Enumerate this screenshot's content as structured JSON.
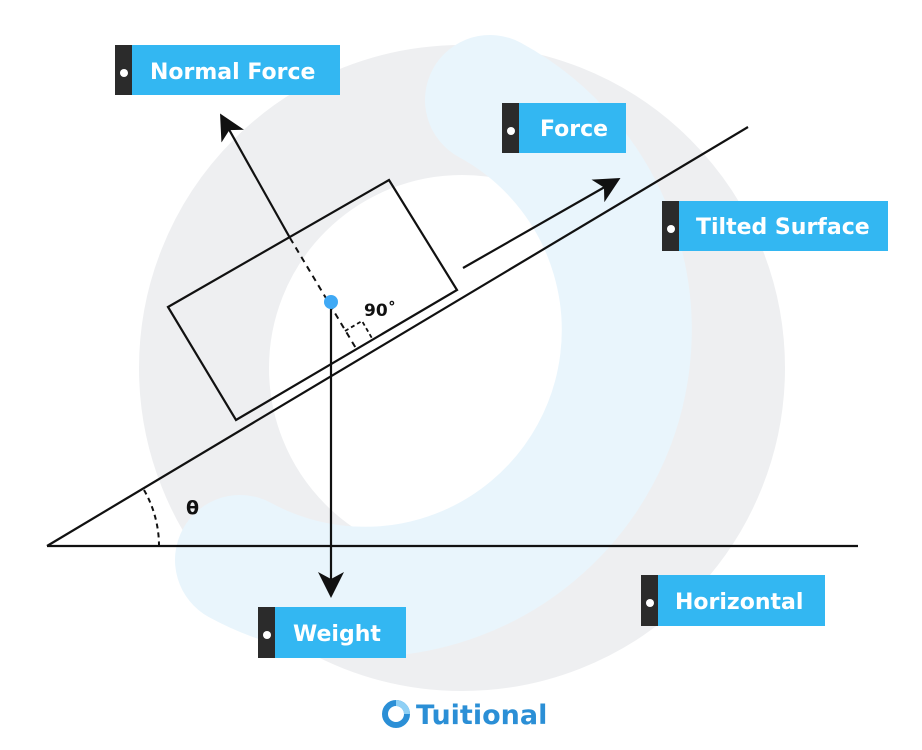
{
  "labels": {
    "normal_force": "Normal Force",
    "force": "Force",
    "tilted_surface": "Tilted Surface",
    "weight": "Weight",
    "horizontal": "Horizontal"
  },
  "angle_right": "90˚",
  "angle_theta": "θ",
  "brand": {
    "name": "Tuitional"
  },
  "colors": {
    "label_fill": "#33b7f2",
    "label_tab": "#2b2b2b",
    "center_dot": "#3fa9f5",
    "ring_gray": "#eeeff1",
    "ring_blue": "#e9f5fc",
    "brand_blue": "#2b8fd6",
    "line": "#111111"
  }
}
